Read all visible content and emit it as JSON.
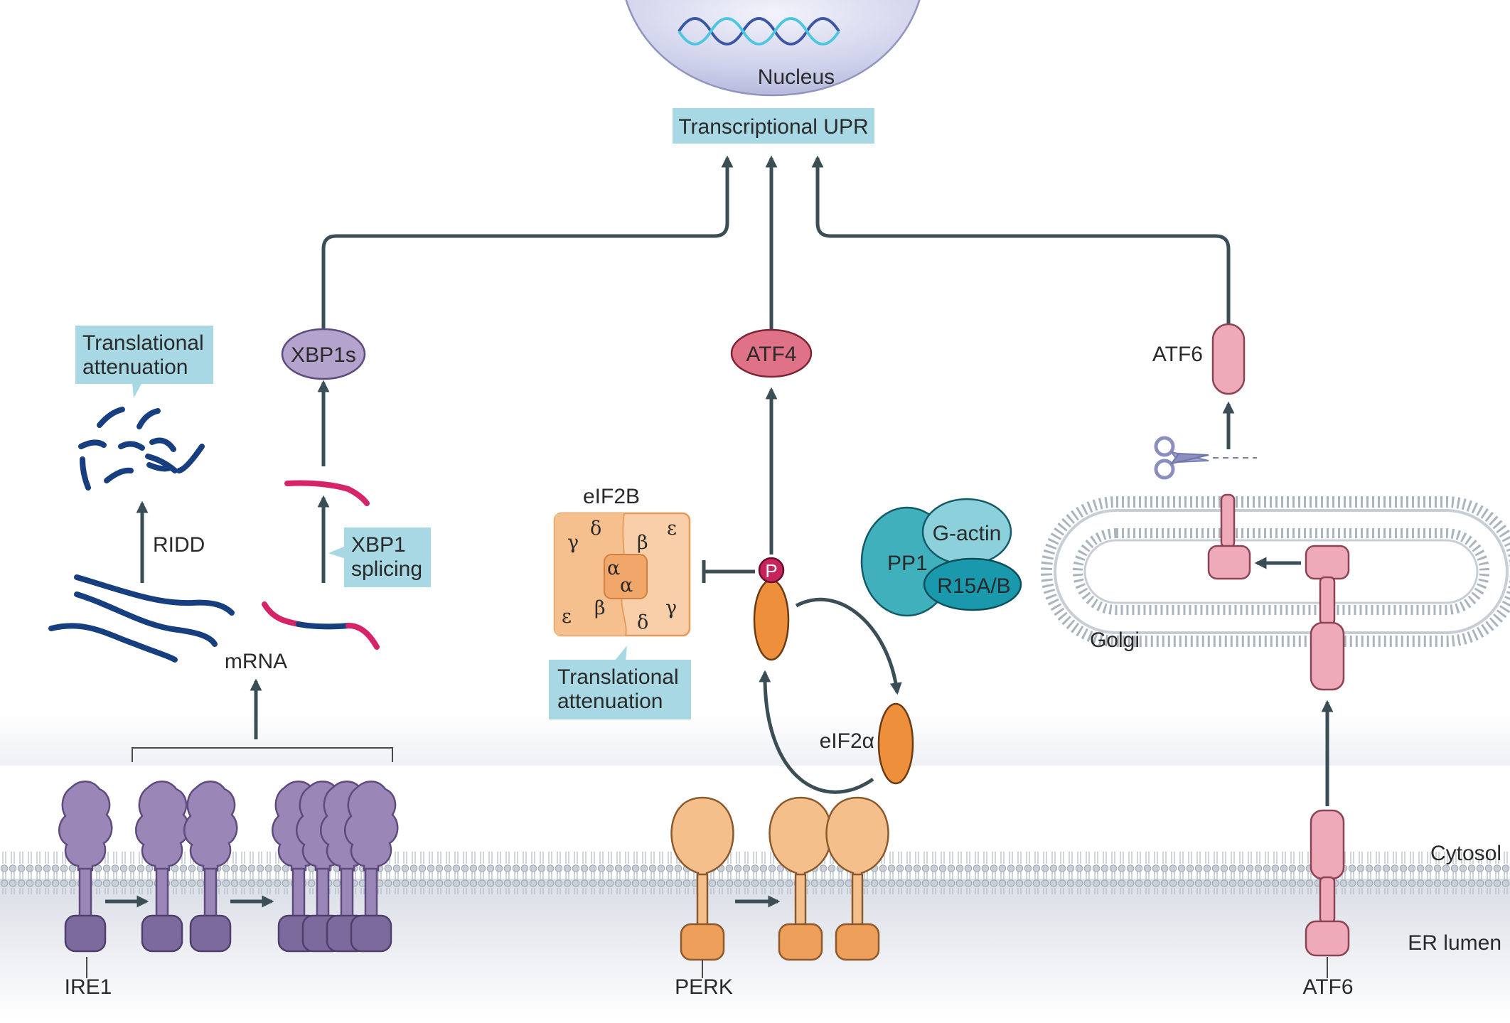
{
  "labels": {
    "nucleus": "Nucleus",
    "transcriptional_upr": "Transcriptional UPR",
    "translational_attenuation_left_1": "Translational",
    "translational_attenuation_left_2": "attenuation",
    "xbp1s": "XBP1s",
    "ridd": "RIDD",
    "xbp1_splicing_1": "XBP1",
    "xbp1_splicing_2": "splicing",
    "mrna": "mRNA",
    "ire1": "IRE1",
    "atf4": "ATF4",
    "eif2b": "eIF2B",
    "translational_attenuation_mid_1": "Translational",
    "translational_attenuation_mid_2": "attenuation",
    "phospho": "P",
    "eif2a": "eIF2α",
    "pp1": "PP1",
    "g_actin": "G-actin",
    "r15ab": "R15A/B",
    "perk": "PERK",
    "atf6_top": "ATF6",
    "golgi": "Golgi",
    "cytosol": "Cytosol",
    "er_lumen": "ER lumen",
    "atf6_bottom": "ATF6"
  },
  "eif2b_subunits": {
    "gamma_1": "γ",
    "delta_1": "δ",
    "beta_1": "β",
    "epsilon_1": "ε",
    "alpha_1": "α",
    "alpha_2": "α",
    "epsilon_2": "ε",
    "beta_2": "β",
    "gamma_2": "γ",
    "delta_2": "δ"
  },
  "colors": {
    "callout": "#a7d8e4",
    "ire1": "#9b86b8",
    "ire1_dark": "#7d6a9c",
    "perk": "#f5bf8c",
    "perk_dark": "#ee9f5a",
    "atf6": "#eeaab8",
    "atf4": "#e07287",
    "xbp1s": "#b4a3cc",
    "eif2a": "#ee8f3c",
    "phospho": "#c8245c",
    "rna_blue": "#173f7f",
    "rna_pink": "#d6246a",
    "pp1": "#3fb0bc",
    "g_actin": "#8bd0da",
    "r15ab": "#1a98ac",
    "arrow": "#3b4d55",
    "membrane": "#b5bec7"
  }
}
